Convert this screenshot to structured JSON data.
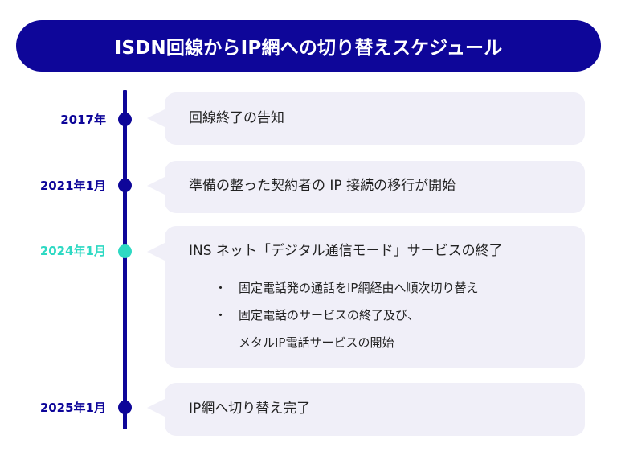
{
  "title": "ISDN回線からIP網への切り替えスケジュール",
  "colors": {
    "primary": "#0e0699",
    "highlight": "#2ed9c3",
    "card_bg": "#f0eff8",
    "text": "#222222"
  },
  "timeline": [
    {
      "date": "2017年",
      "highlight": false,
      "title": "回線終了の告知",
      "bullets": []
    },
    {
      "date": "2021年1月",
      "highlight": false,
      "title": "準備の整った契約者の IP 接続の移行が開始",
      "bullets": []
    },
    {
      "date": "2024年1月",
      "highlight": true,
      "title": "INS ネット「デジタル通信モード」サービスの終了",
      "bullets": [
        {
          "marker": "・",
          "lines": [
            "固定電話発の通話をIP網経由へ順次切り替え"
          ]
        },
        {
          "marker": "・",
          "lines": [
            "固定電話のサービスの終了及び、",
            "メタルIP電話サービスの開始"
          ]
        }
      ]
    },
    {
      "date": "2025年1月",
      "highlight": false,
      "title": "IP網へ切り替え完了",
      "bullets": []
    }
  ]
}
